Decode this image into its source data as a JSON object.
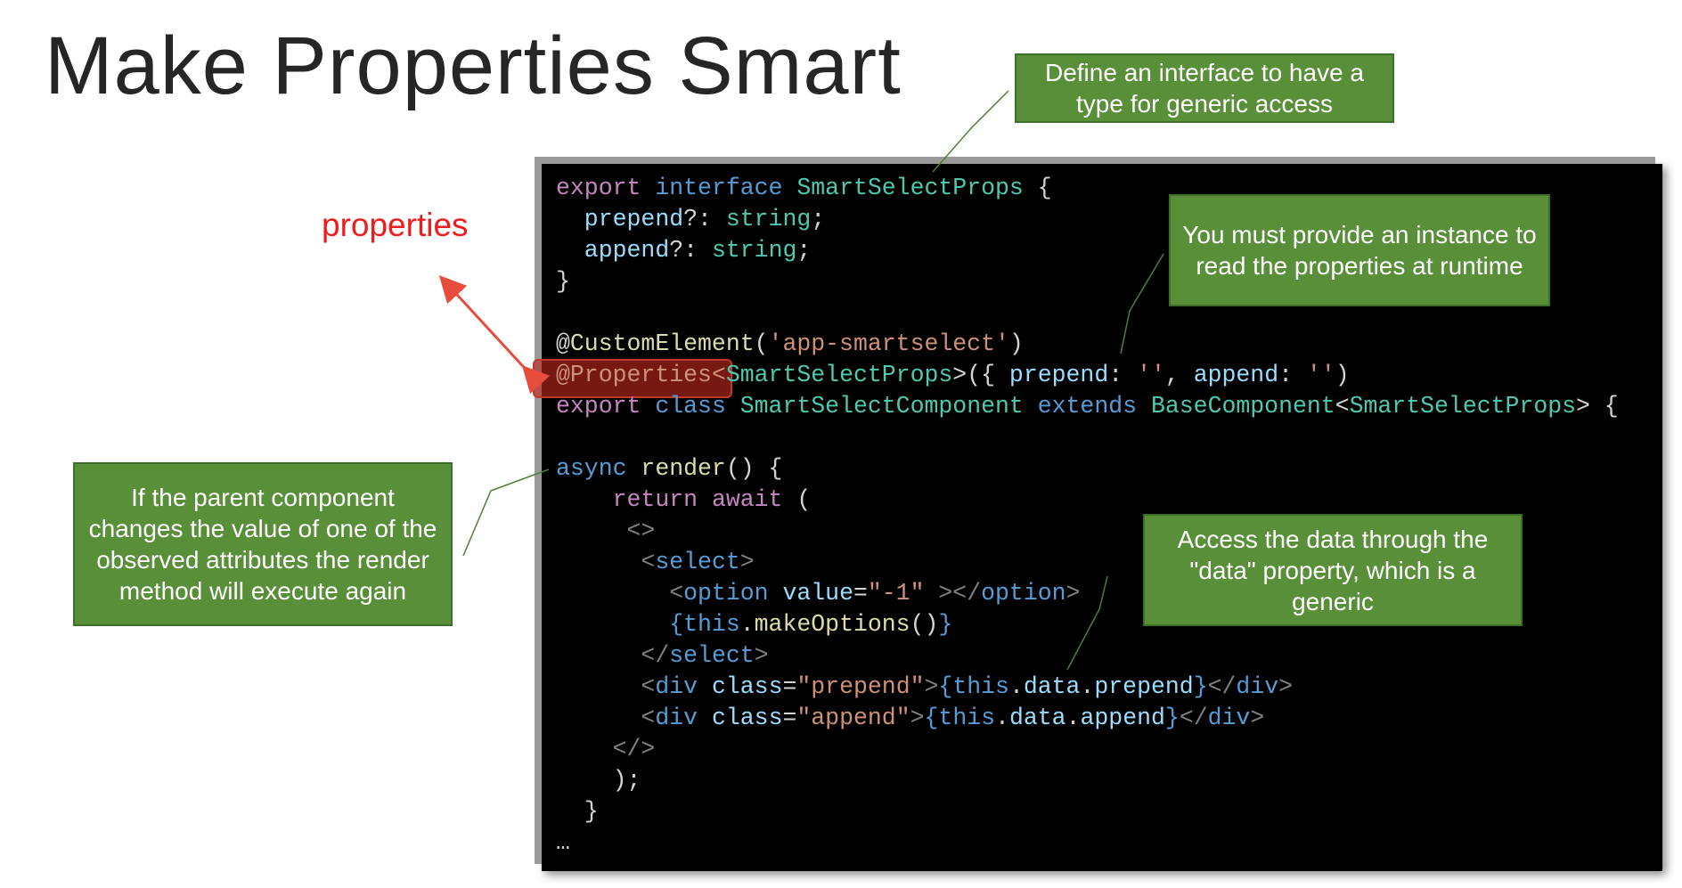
{
  "slide": {
    "title": "Make Properties Smart",
    "label_properties": "properties",
    "notes": [
      "Define an interface to have a type for generic access",
      "You must provide an instance to read the properties at runtime",
      "Access the data through the \"data\" property, which is a generic",
      "If the parent component changes the value of one of the observed attributes the render method will execute again"
    ],
    "colors": {
      "note_bg": "#5a8f3a",
      "label_red": "#ee1c1c",
      "code_bg": "#000000"
    },
    "code_lines": [
      [
        [
          "export ",
          "k"
        ],
        [
          "interface ",
          "b"
        ],
        [
          "SmartSelectProps ",
          "t"
        ],
        [
          "{",
          "w"
        ]
      ],
      [
        [
          "  prepend",
          "p"
        ],
        [
          "?: ",
          "w"
        ],
        [
          "string",
          "t"
        ],
        [
          ";",
          "w"
        ]
      ],
      [
        [
          "  append",
          "p"
        ],
        [
          "?: ",
          "w"
        ],
        [
          "string",
          "t"
        ],
        [
          ";",
          "w"
        ]
      ],
      [
        [
          "}",
          "w"
        ]
      ],
      [
        [
          "",
          ""
        ]
      ],
      [
        [
          "@",
          "w"
        ],
        [
          "CustomElement",
          "f"
        ],
        [
          "(",
          "w"
        ],
        [
          "'app-smartselect'",
          "s"
        ],
        [
          ")",
          "w"
        ]
      ],
      [
        [
          "@",
          "s"
        ],
        [
          "Properties",
          "s"
        ],
        [
          "<",
          "s"
        ],
        [
          "SmartSelectProps",
          "t"
        ],
        [
          ">({ ",
          "w"
        ],
        [
          "prepend",
          "p"
        ],
        [
          ": ",
          "w"
        ],
        [
          "''",
          "s"
        ],
        [
          ", ",
          "w"
        ],
        [
          "append",
          "p"
        ],
        [
          ": ",
          "w"
        ],
        [
          "''",
          "s"
        ],
        [
          ")",
          "w"
        ]
      ],
      [
        [
          "export ",
          "k"
        ],
        [
          "class ",
          "b"
        ],
        [
          "SmartSelectComponent ",
          "t"
        ],
        [
          "extends ",
          "b"
        ],
        [
          "BaseComponent",
          "t"
        ],
        [
          "<",
          "w"
        ],
        [
          "SmartSelectProps",
          "t"
        ],
        [
          "> {",
          "w"
        ]
      ],
      [
        [
          "",
          ""
        ]
      ],
      [
        [
          "async ",
          "b"
        ],
        [
          "render",
          "f"
        ],
        [
          "() {",
          "w"
        ]
      ],
      [
        [
          "    return ",
          "k"
        ],
        [
          "await ",
          "k"
        ],
        [
          "(",
          "w"
        ]
      ],
      [
        [
          "     <>",
          "g"
        ]
      ],
      [
        [
          "      <",
          "g"
        ],
        [
          "select",
          "b"
        ],
        [
          ">",
          "g"
        ]
      ],
      [
        [
          "        <",
          "g"
        ],
        [
          "option ",
          "b"
        ],
        [
          "value",
          "p"
        ],
        [
          "=",
          "w"
        ],
        [
          "\"-1\"",
          "s"
        ],
        [
          " ></",
          "g"
        ],
        [
          "option",
          "b"
        ],
        [
          ">",
          "g"
        ]
      ],
      [
        [
          "        {",
          "b"
        ],
        [
          "this",
          "b"
        ],
        [
          ".",
          "w"
        ],
        [
          "makeOptions",
          "f"
        ],
        [
          "()",
          "w"
        ],
        [
          "}",
          "b"
        ]
      ],
      [
        [
          "      </",
          "g"
        ],
        [
          "select",
          "b"
        ],
        [
          ">",
          "g"
        ]
      ],
      [
        [
          "      <",
          "g"
        ],
        [
          "div ",
          "b"
        ],
        [
          "class",
          "p"
        ],
        [
          "=",
          "w"
        ],
        [
          "\"prepend\"",
          "s"
        ],
        [
          ">",
          "g"
        ],
        [
          "{",
          "b"
        ],
        [
          "this",
          "b"
        ],
        [
          ".",
          "w"
        ],
        [
          "data",
          "p"
        ],
        [
          ".",
          "w"
        ],
        [
          "prepend",
          "p"
        ],
        [
          "}",
          "b"
        ],
        [
          "</",
          "g"
        ],
        [
          "div",
          "b"
        ],
        [
          ">",
          "g"
        ]
      ],
      [
        [
          "      <",
          "g"
        ],
        [
          "div ",
          "b"
        ],
        [
          "class",
          "p"
        ],
        [
          "=",
          "w"
        ],
        [
          "\"append\"",
          "s"
        ],
        [
          ">",
          "g"
        ],
        [
          "{",
          "b"
        ],
        [
          "this",
          "b"
        ],
        [
          ".",
          "w"
        ],
        [
          "data",
          "p"
        ],
        [
          ".",
          "w"
        ],
        [
          "append",
          "p"
        ],
        [
          "}",
          "b"
        ],
        [
          "</",
          "g"
        ],
        [
          "div",
          "b"
        ],
        [
          ">",
          "g"
        ]
      ],
      [
        [
          "    </>",
          "g"
        ]
      ],
      [
        [
          "    );",
          "w"
        ]
      ],
      [
        [
          "  }",
          "w"
        ]
      ],
      [
        [
          "…",
          "w"
        ]
      ]
    ]
  }
}
